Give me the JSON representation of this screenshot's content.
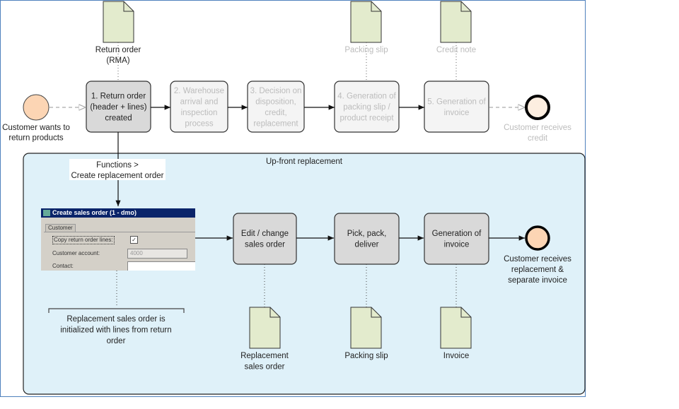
{
  "start_event": {
    "label": "Customer wants to return products",
    "lines": [
      "Customer wants to",
      "return products"
    ]
  },
  "top_steps": [
    {
      "lines": [
        "1. Return order",
        "(header + lines)",
        "created"
      ],
      "active": true
    },
    {
      "lines": [
        "2. Warehouse",
        "arrival and",
        "inspection",
        "process"
      ],
      "active": false
    },
    {
      "lines": [
        "3. Decision on",
        "disposition,",
        "credit,",
        "replacement"
      ],
      "active": false
    },
    {
      "lines": [
        "4. Generation of",
        "packing slip /",
        "product receipt"
      ],
      "active": false
    },
    {
      "lines": [
        "5. Generation of",
        "invoice"
      ],
      "active": false
    }
  ],
  "top_documents": [
    {
      "lines": [
        "Return order",
        "(RMA)"
      ],
      "active": true
    },
    {
      "lines": [
        "Packing slip"
      ],
      "active": false
    },
    {
      "lines": [
        "Credit note"
      ],
      "active": false
    }
  ],
  "end_event_top": {
    "lines": [
      "Customer receives",
      "credit"
    ]
  },
  "lane": {
    "title": "Up-front replacement",
    "function_label": [
      "Functions >",
      "Create replacement order"
    ],
    "dialog": {
      "title": "Create sales order (1 - dmo)",
      "tab": "Customer",
      "copy_label": "Copy return order lines:",
      "copy_checked": true,
      "check_mark": "✓",
      "account_label": "Customer account:",
      "account_value": "4000",
      "contact_label": "Contact:"
    },
    "annotation": [
      "Replacement sales order is",
      "initialized with lines from return",
      "order"
    ],
    "steps": [
      {
        "lines": [
          "Edit / change",
          "sales order"
        ]
      },
      {
        "lines": [
          "Pick, pack,",
          "deliver"
        ]
      },
      {
        "lines": [
          "Generation of",
          "invoice"
        ]
      }
    ],
    "documents": [
      {
        "lines": [
          "Replacement",
          "sales order"
        ]
      },
      {
        "lines": [
          "Packing slip"
        ]
      },
      {
        "lines": [
          "Invoice"
        ]
      }
    ],
    "end_event": {
      "lines": [
        "Customer receives",
        "replacement &",
        "separate invoice"
      ]
    }
  },
  "colors": {
    "frame": "#4f81bd",
    "lane_fill": "#dff1f9",
    "doc_fill": "#e3ebcd",
    "start_fill": "#fcd5b4",
    "end_fill": "#fdeee0",
    "active_box": "#d9d9d9",
    "faded_box": "#f4f4f4"
  }
}
